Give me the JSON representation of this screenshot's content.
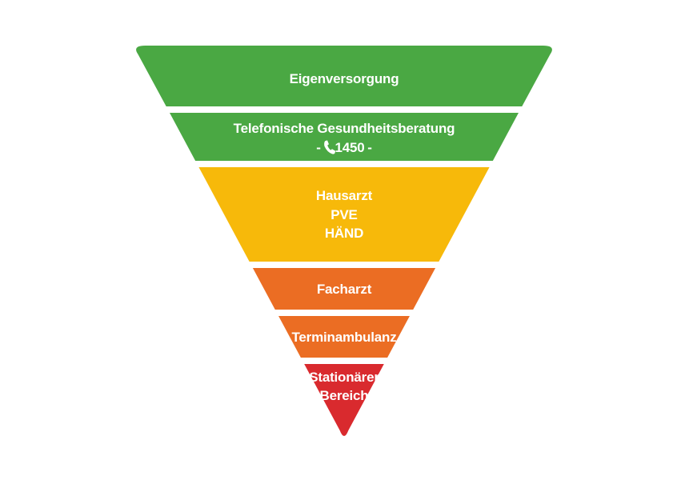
{
  "pyramid": {
    "colors": {
      "green": "#4aa843",
      "yellow": "#f7b90a",
      "orange": "#eb6d23",
      "red": "#d92a2e",
      "text": "#ffffff"
    },
    "tiers": [
      {
        "lines": [
          "Eigenversorgung"
        ],
        "color": "#4aa843"
      },
      {
        "lines": [
          "Telefonische Gesundheitsberatung"
        ],
        "color": "#4aa843",
        "phone_line": {
          "prefix": "-",
          "icon": "phone-icon",
          "number": "1450",
          "suffix": "-"
        }
      },
      {
        "lines": [
          "Hausarzt",
          "PVE",
          "HÄND"
        ],
        "color": "#f7b90a"
      },
      {
        "lines": [
          "Facharzt"
        ],
        "color": "#eb6d23"
      },
      {
        "lines": [
          "Terminambulanz"
        ],
        "color": "#eb6d23"
      },
      {
        "lines": [
          "Stationärer",
          "Bereich"
        ],
        "color": "#d92a2e"
      }
    ]
  }
}
